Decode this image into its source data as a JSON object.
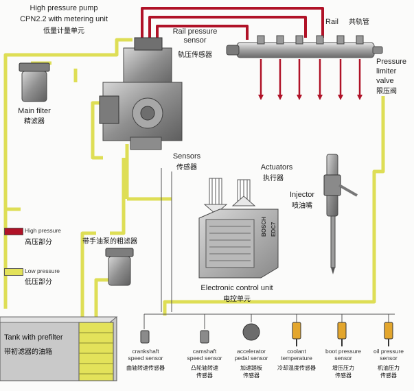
{
  "colors": {
    "high_pressure": "#b01227",
    "low_pressure": "#e3e25a",
    "low_pressure_line": "#dede55",
    "component": "#9a9a9a"
  },
  "pump": {
    "title_en": "High pressure pump",
    "model_en": "CPN2.2 with metering unit",
    "title_cn": "低量计量单元"
  },
  "main_filter": {
    "en": "Main filter",
    "cn": "精滤器"
  },
  "rail_pressure_sensor": {
    "en_1": "Rail pressure",
    "en_2": "sensor",
    "cn": "轨压传感器"
  },
  "rail": {
    "en": "Rail",
    "cn": "共轨管"
  },
  "pressure_limiter": {
    "en_1": "Pressure",
    "en_2": "limiter",
    "en_3": "valve",
    "cn": "限压阀"
  },
  "sensors": {
    "en": "Sensors",
    "cn": "传感器"
  },
  "actuators": {
    "en": "Actuators",
    "cn": "执行器"
  },
  "injector": {
    "en": "Injector",
    "cn": "喷油嘴"
  },
  "legend": {
    "high_en": "High pressure",
    "high_cn": "高压部分",
    "low_en": "Low pressure",
    "low_cn": "低压部分"
  },
  "pre_filter_pump": {
    "cn": "带手油泵的粗滤器"
  },
  "ecu": {
    "en": "Electronic control unit",
    "cn": "电控单元",
    "brand": "BOSCH",
    "model": "EDC7"
  },
  "tank": {
    "en": "Tank with prefilter",
    "cn": "带初滤器的油箱"
  },
  "sensor_row": [
    {
      "en_1": "crankshaft",
      "en_2": "speed sensor",
      "cn": "曲轴转速传感器"
    },
    {
      "en_1": "camshaft",
      "en_2": "speed sensor",
      "cn_1": "凸轮轴转速",
      "cn_2": "传感器"
    },
    {
      "en_1": "accelerator",
      "en_2": "pedal sensor",
      "cn_1": "加速踏板",
      "cn_2": "传感器"
    },
    {
      "en_1": "coolant",
      "en_2": "temperature",
      "cn": "冷却温度传感器"
    },
    {
      "en_1": "boot pressure",
      "en_2": "sensor",
      "cn_1": "增压压力",
      "cn_2": "传感器"
    },
    {
      "en_1": "oil pressure",
      "en_2": "sensor",
      "cn_1": "机油压力",
      "cn_2": "传感器"
    }
  ]
}
